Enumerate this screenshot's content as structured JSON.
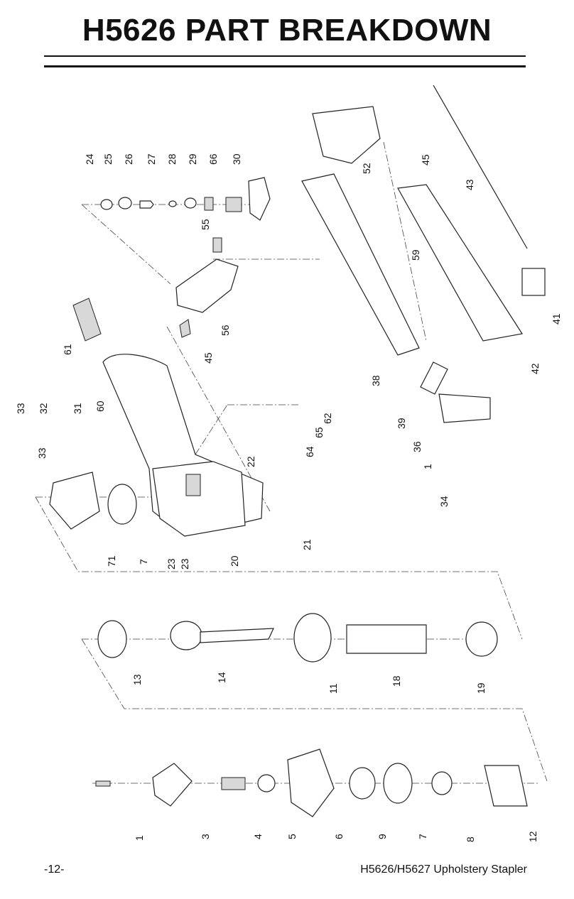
{
  "page": {
    "title": "H5626 PART BREAKDOWN",
    "footer_left": "-12-",
    "footer_right": "H5626/H5627 Upholstery Stapler"
  },
  "part_labels": [
    "24",
    "25",
    "26",
    "27",
    "28",
    "29",
    "66",
    "30",
    "55",
    "52",
    "45",
    "43",
    "59",
    "41",
    "56",
    "45",
    "61",
    "38",
    "42",
    "33",
    "32",
    "31",
    "60",
    "62",
    "65",
    "64",
    "39",
    "36",
    "33",
    "22",
    "1",
    "34",
    "71",
    "7",
    "23",
    "23",
    "20",
    "21",
    "13",
    "14",
    "11",
    "18",
    "19",
    "1",
    "3",
    "4",
    "5",
    "6",
    "9",
    "7",
    "8",
    "12"
  ]
}
